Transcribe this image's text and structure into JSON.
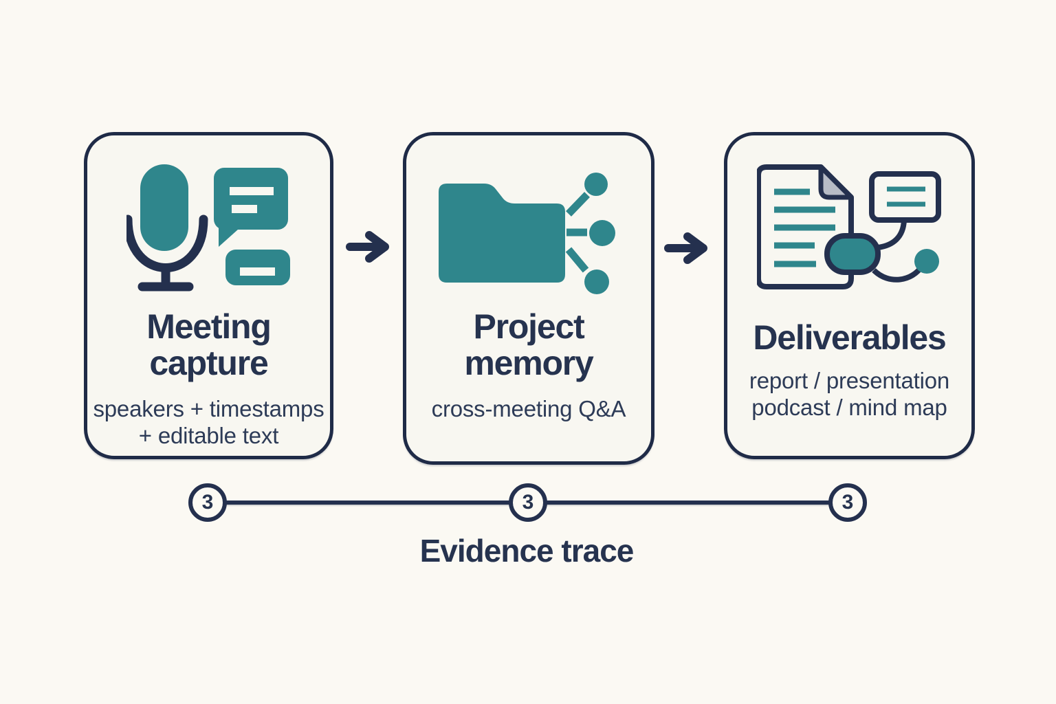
{
  "palette": {
    "background": "#fbf9f3",
    "card_background": "#f8f7f1",
    "navy": "#24304e",
    "teal": "#2f868c",
    "fold_gray": "#b7bcc6"
  },
  "cards": [
    {
      "title": "Meeting capture",
      "subtitle": "speakers + timestamps + editable text",
      "icon": "microphone-chat-icon"
    },
    {
      "title": "Project memory",
      "subtitle": "cross-meeting Q&A",
      "icon": "folder-network-icon"
    },
    {
      "title": "Deliverables",
      "subtitle": "report / presentation podcast / mind map",
      "icon": "document-outputs-icon"
    }
  ],
  "arrows": [
    "right",
    "right"
  ],
  "trace": {
    "label": "Evidence trace",
    "nodes": [
      "3",
      "3",
      "3"
    ]
  }
}
